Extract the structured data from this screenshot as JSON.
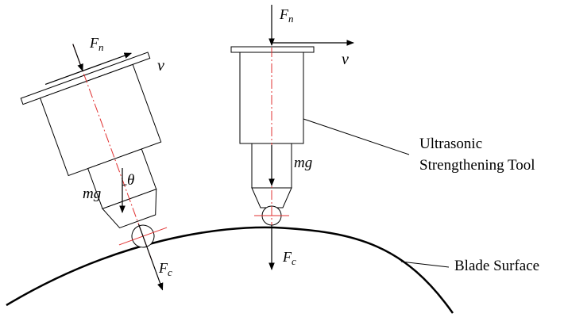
{
  "labels": {
    "fn_left": "F",
    "fn_left_sub": "n",
    "v_left": "v",
    "theta": "θ",
    "mg_left": "mg",
    "fc_left": "F",
    "fc_left_sub": "c",
    "fn_right": "F",
    "fn_right_sub": "n",
    "v_right": "v",
    "mg_right": "mg",
    "fc_right": "F",
    "fc_right_sub": "c",
    "tool_line1": "Ultrasonic",
    "tool_line2": "Strengthening Tool",
    "surface": "Blade Surface"
  },
  "colors": {
    "stroke": "#000000",
    "centerline": "#e03030"
  }
}
